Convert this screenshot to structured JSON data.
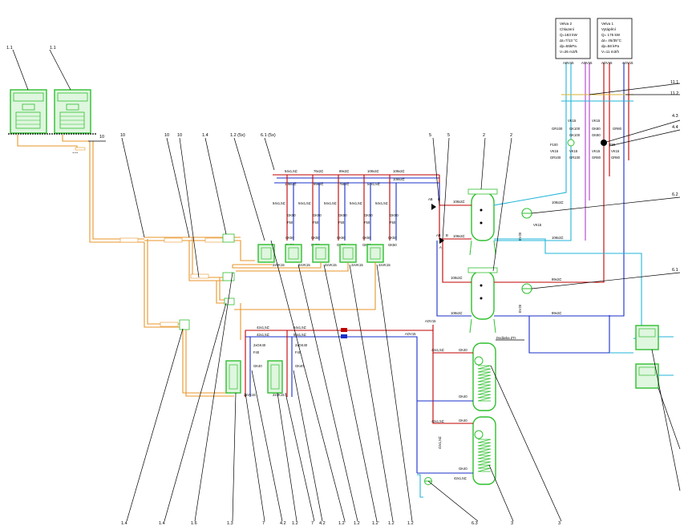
{
  "equipment": {
    "hp2": {
      "title": "Velva 2",
      "mode": "Chlazení",
      "q": "Q=183 kW",
      "dt": "Δt=7/13 °C",
      "dp": "dp=56kPa",
      "v": "V=26 m3/h"
    },
    "hp1": {
      "title": "Velva 1",
      "mode": "Vytápění",
      "q": "Q= 175 kW",
      "dt": "Δt= 45/35°C",
      "dp": "dp=58 kPa",
      "v": "V=11 m3/h"
    },
    "storage_label": "Dodávka ZTI"
  },
  "tags": {
    "t_1_1_a": "1.1",
    "t_1_1_b": "1.1",
    "t_10_a": "10",
    "t_10_b": "10",
    "t_10_c": "10",
    "t_10_d": "10",
    "t_1_4_top": "1.4",
    "t_1_2_5x": "1.2 (5x)",
    "t_6_1_5x": "6.1 (5x)",
    "t_5_a": "5",
    "t_5_b": "5",
    "t_2_a": "2",
    "t_2_b": "2",
    "t_11_1": "11.1",
    "t_11_2": "11.2",
    "t_4_3": "4.3",
    "t_4_4": "4.4",
    "t_6_2": "6.2",
    "t_6_1": "6.1",
    "b_1_4_a": "1.4",
    "b_1_4_b": "1.4",
    "b_1_6": "1.6",
    "b_1_3": "1.3",
    "b_7_a": "7",
    "b_4_2_a": "4.2",
    "b_1_2_a": "1.2",
    "b_7_b": "7",
    "b_4_2_b": "4.2",
    "b_1_2_b": "1.2'",
    "b_1_2_c": "1.2",
    "b_1_2_d": "1.2'",
    "b_1_2_e": "1.2",
    "b_1_2_f": "1.2",
    "b_6_3": "6.3",
    "b_3_a": "3",
    "b_3_b": "3"
  },
  "pipes": {
    "p54x1_5": "54x1,5⊏",
    "p76x2": "76x2⊏",
    "p89x2": "89x2⊏",
    "p108x2_a": "108x2⊏",
    "p108x2_b": "108x2⊏",
    "p108x2_c": "108x2⊏",
    "p108x2_d": "108x2⊏",
    "p108x2_e": "108x2⊏",
    "p54x1_5b": "54x1,5⊏",
    "p89x2_b": "89x2⊏",
    "p76x2_b": "76x2⊏",
    "p108x2_tank_a": "108x2⊏",
    "p108x2_tank_b": "108x2⊏",
    "p108x2_tank_c": "108x2⊏",
    "p108x2_tank_d": "108x2⊏",
    "p108x2_r1": "108x2⊏",
    "p108x2_r2": "108x2⊏",
    "p89x2_r1": "89x2⊏",
    "p89x2_r2": "89x2⊏",
    "p42x1_5a": "42x1,5⊏",
    "p42x1_5b": "42x1,5⊏",
    "p54x1_5c": "54x1,5⊏",
    "p54x1_5d": "54x1,5⊏",
    "p42x1_5c": "42x1,5⊏",
    "p42x1_5d": "42x1,5⊏",
    "p42x1_5e": "42x1,5⊏",
    "p42x1_5f": "42x1,5⊏"
  },
  "valves": {
    "aov15_1": "AOV15",
    "aov15_2": "AOV15",
    "aov15_3": "AOV15",
    "aov15_4": "AOV15",
    "aov15_5": "AOV15",
    "gr100": "GR100",
    "gr80": "GR80",
    "f100": "F100",
    "vk15": "VK15",
    "f80": "F80",
    "gk50": "GK50",
    "f50": "F50",
    "gk40": "GK40",
    "f40": "F40",
    "vk15_2x": "2xVK15",
    "ab": "AB",
    "a": "A",
    "b": "B",
    "ev20": "EV20",
    "evb": "EV20"
  }
}
